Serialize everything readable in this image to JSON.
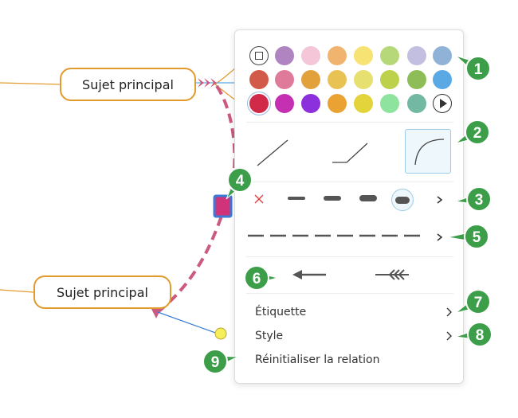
{
  "topics": [
    {
      "id": "top",
      "label": "Sujet principal"
    },
    {
      "id": "bottom",
      "label": "Sujet principal"
    }
  ],
  "colors": {
    "topic_border": "#e39a2d",
    "relation": "#cc5a80",
    "badge": "#3d9e4a",
    "handle_border": "#3a7bd5",
    "panel_border": "#dcdcdc"
  },
  "palette": [
    [
      "none",
      "#b084c0",
      "#f4c6d8",
      "#f0b46e",
      "#f6e373",
      "#b7d878",
      "#c2bfe0",
      "#8fb2d6"
    ],
    [
      "#d25a48",
      "#e07a9a",
      "#e3a13c",
      "#e8c253",
      "#e6e070",
      "#bdd24a",
      "#8ebd58",
      "#5aa8e4"
    ],
    [
      "#d02a48",
      "#c52fb2",
      "#8c2fdc",
      "#eaa232",
      "#e2d43a",
      "#8ee39e",
      "#72b8a2",
      "more"
    ]
  ],
  "palette_icons": {
    "none": "no-color-icon",
    "more": "play-icon"
  },
  "line_shapes": [
    "straight",
    "elbow",
    "curved"
  ],
  "thickness_options": [
    "none",
    "thin",
    "medium",
    "thick",
    "thickest"
  ],
  "arrow_options": [
    "arrow-left",
    "feathered-arrow"
  ],
  "menu": {
    "label_item": "Étiquette",
    "style_item": "Style",
    "reset_item": "Réinitialiser la relation"
  },
  "badges": [
    "1",
    "2",
    "3",
    "4",
    "5",
    "6",
    "7",
    "8",
    "9"
  ]
}
